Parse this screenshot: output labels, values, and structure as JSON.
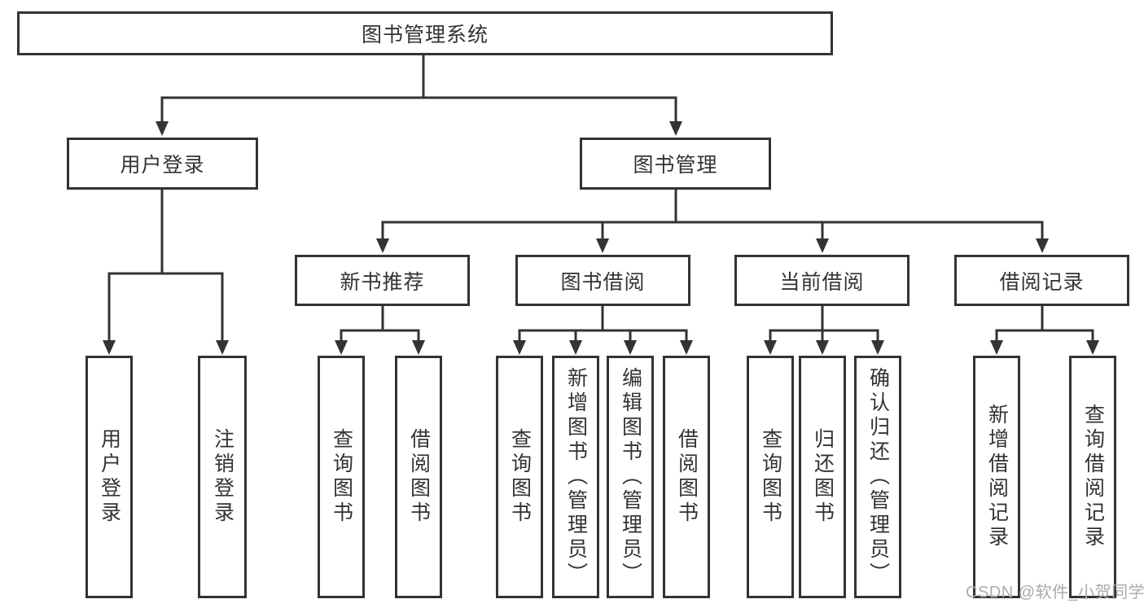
{
  "diagram": {
    "title": "图书管理系统",
    "branches": [
      {
        "label": "用户登录",
        "children": [
          "用户登录",
          "注销登录"
        ]
      },
      {
        "label": "图书管理",
        "sections": [
          {
            "label": "新书推荐",
            "children": [
              "查询图书",
              "借阅图书"
            ]
          },
          {
            "label": "图书借阅",
            "children": [
              "查询图书",
              "新增图书（管理员）",
              "编辑图书（管理员）",
              "借阅图书"
            ]
          },
          {
            "label": "当前借阅",
            "children": [
              "查询图书",
              "归还图书",
              "确认归还（管理员）"
            ]
          },
          {
            "label": "借阅记录",
            "children": [
              "新增借阅记录",
              "查询借阅记录"
            ]
          }
        ]
      }
    ]
  },
  "watermark": {
    "text": "CSDN @软件_小贺同学"
  },
  "colors": {
    "line": "#333333",
    "text": "#333333",
    "background": "#ffffff",
    "watermark": "#ababab"
  }
}
